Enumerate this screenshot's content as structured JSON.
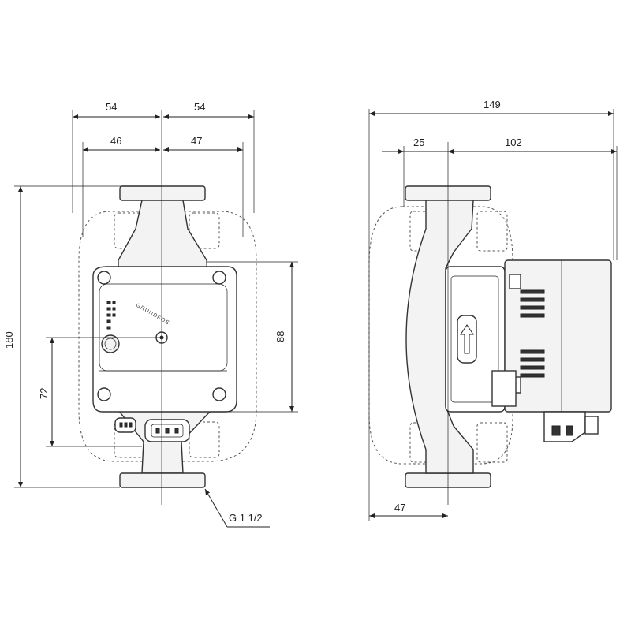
{
  "views": {
    "front": {
      "dims": {
        "left_outer": "54",
        "right_outer": "54",
        "left_inner": "46",
        "right_inner": "47",
        "height_total": "180",
        "connector_height": "72",
        "body_height": "88",
        "thread": "G 1 1/2"
      },
      "logo_text": "GRUNDFOS"
    },
    "side": {
      "dims": {
        "total_width": "149",
        "front_offset": "25",
        "motor_length": "102",
        "bottom_offset": "47"
      }
    }
  },
  "colors": {
    "line": "#222222",
    "fill": "#f3f3f3"
  }
}
